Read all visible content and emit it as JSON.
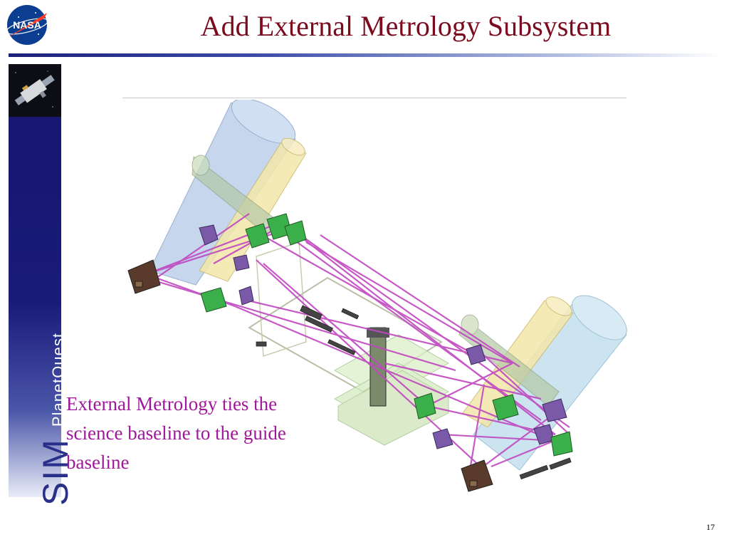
{
  "slide": {
    "title": "Add External Metrology Subsystem",
    "caption": "External Metrology ties the science baseline to the guide baseline",
    "page_number": "17"
  },
  "logo": {
    "text": "NASA"
  },
  "brand": {
    "sim": "SIM",
    "planetquest": "PlanetQuest"
  },
  "colors": {
    "title": "#7a0a1e",
    "caption": "#a0189a",
    "sidebar": "#1a1a7a",
    "beam": "#c048c0",
    "science_cylinder": "#b8cde8",
    "guide_cylinder": "#f2e6a8",
    "module_green": "#3bb04a",
    "module_purple": "#7a5aa8"
  }
}
